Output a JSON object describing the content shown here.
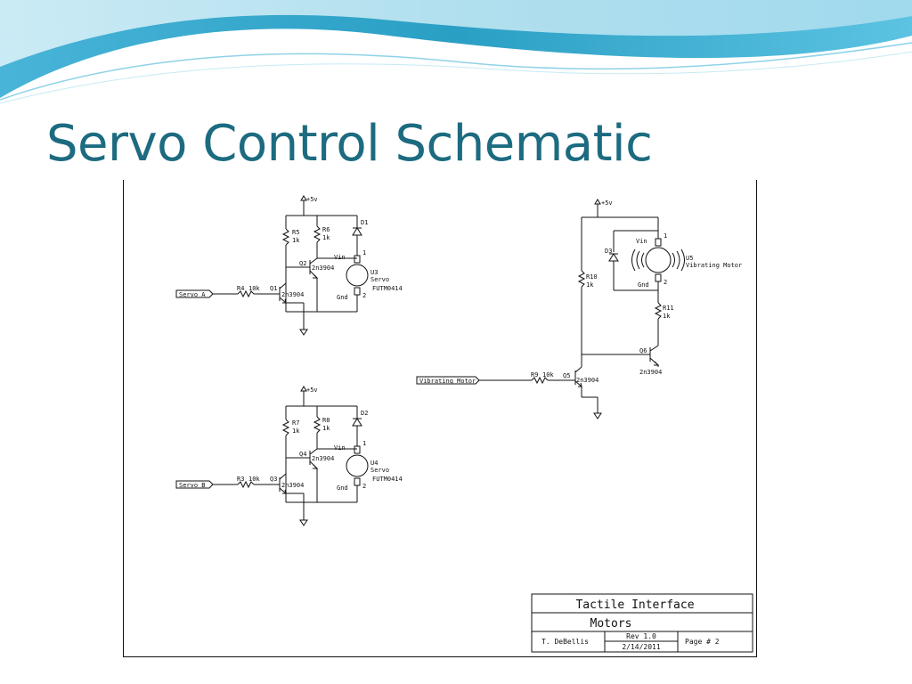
{
  "slide": {
    "title": "Servo Control Schematic",
    "colors": {
      "title": "#1c6b80",
      "wave_dark": "#2a9fc4",
      "wave_light": "#bfe6f3"
    }
  },
  "schematic": {
    "servo_a_circuit": {
      "supply": "+5v",
      "input_label": "Servo A",
      "r_base": {
        "ref": "R4",
        "value": "10k"
      },
      "r_pull1": {
        "ref": "R5",
        "value": "1k"
      },
      "r_pull2": {
        "ref": "R6",
        "value": "1k"
      },
      "diode": "D1",
      "q_input": {
        "ref": "Q1",
        "part": "2n3904"
      },
      "q_drive": {
        "ref": "Q2",
        "part": "2n3904"
      },
      "servo": {
        "ref": "U3",
        "name": "Servo",
        "part": "FUTM0414",
        "pin_vin": "Vin",
        "pin_gnd": "Gnd",
        "pin1": "1",
        "pin2": "2"
      }
    },
    "servo_b_circuit": {
      "supply": "+5v",
      "input_label": "Servo B",
      "r_base": {
        "ref": "R3",
        "value": "10k"
      },
      "r_pull1": {
        "ref": "R7",
        "value": "1k"
      },
      "r_pull2": {
        "ref": "R8",
        "value": "1k"
      },
      "diode": "D2",
      "q_input": {
        "ref": "Q3",
        "part": "2n3904"
      },
      "q_drive": {
        "ref": "Q4",
        "part": "2n3904"
      },
      "servo": {
        "ref": "U4",
        "name": "Servo",
        "part": "FUTM0414",
        "pin_vin": "Vin",
        "pin_gnd": "Gnd",
        "pin1": "1",
        "pin2": "2"
      }
    },
    "vibrating_circuit": {
      "supply": "+5v",
      "input_label": "Vibrating Motor",
      "r_base": {
        "ref": "R9",
        "value": "10k"
      },
      "r_pull1": {
        "ref": "R10",
        "value": "1k"
      },
      "r_pull2": {
        "ref": "R11",
        "value": "1k"
      },
      "diode": "D3",
      "q_input": {
        "ref": "Q5",
        "part": "2n3904"
      },
      "q_drive": {
        "ref": "Q6",
        "part": "2n3904"
      },
      "motor": {
        "ref": "U5",
        "name": "Vibrating Motor",
        "pin_vin": "Vin",
        "pin_gnd": "Gnd",
        "pin1": "1",
        "pin2": "2"
      }
    },
    "title_block": {
      "project": "Tactile Interface",
      "sheet_title": "Motors",
      "author": "T. DeBellis",
      "revision": "Rev 1.0",
      "date": "2/14/2011",
      "page": "Page # 2"
    }
  }
}
